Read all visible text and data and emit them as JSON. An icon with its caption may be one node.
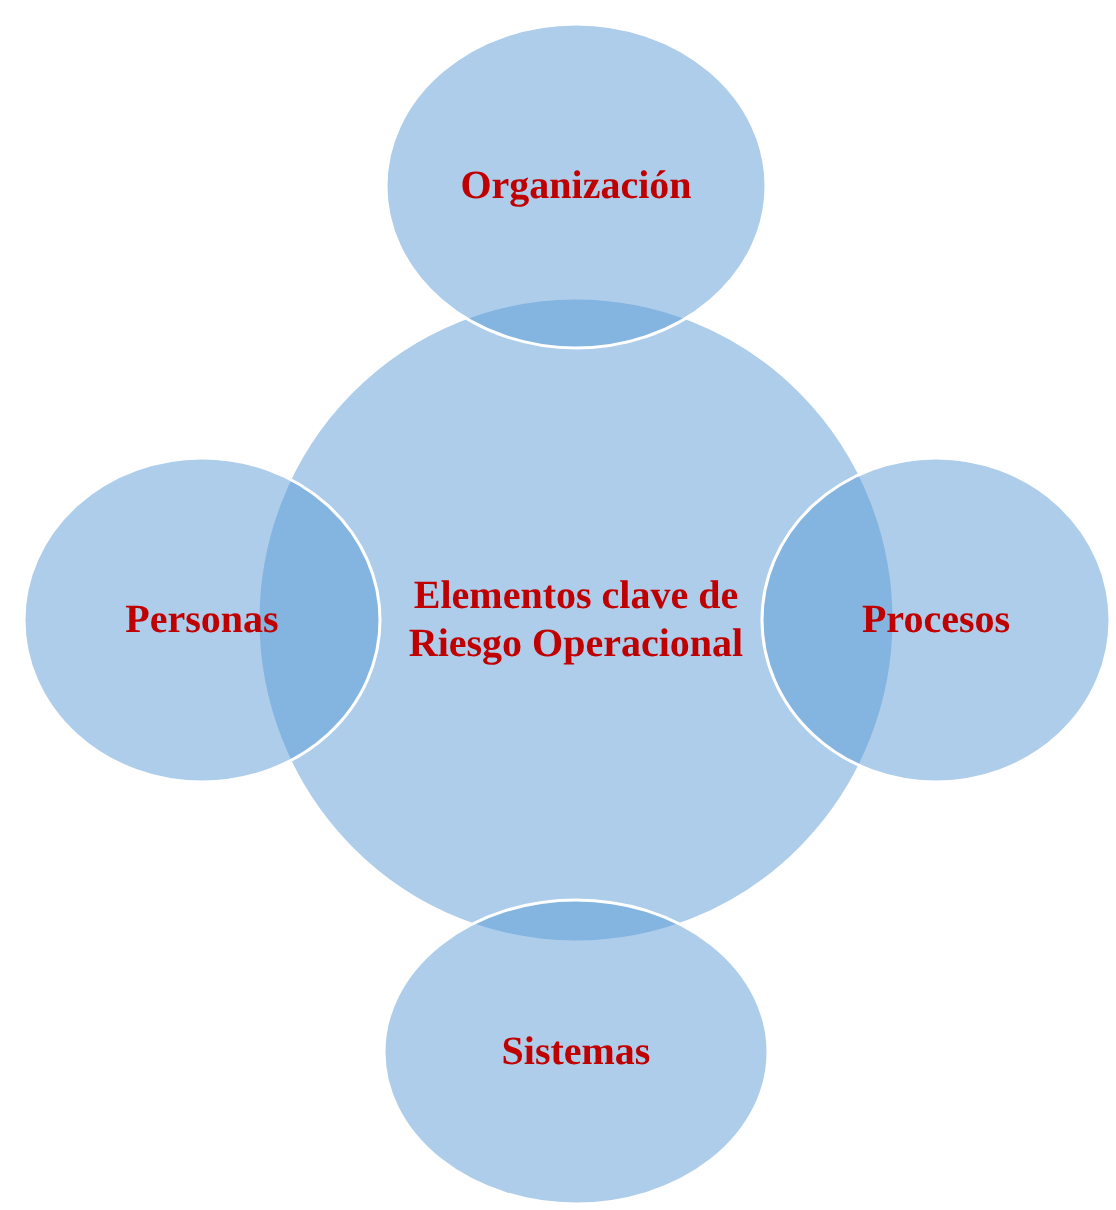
{
  "diagram": {
    "nodes": [
      {
        "text": [
          "Organización"
        ]
      },
      {
        "text": [
          "Personas"
        ]
      },
      {
        "text": [
          "Elementos clave de Riesgo Operacional"
        ]
      },
      {
        "text": [
          "Procesos"
        ]
      },
      {
        "text": [
          "Sistemas"
        ]
      }
    ]
  }
}
